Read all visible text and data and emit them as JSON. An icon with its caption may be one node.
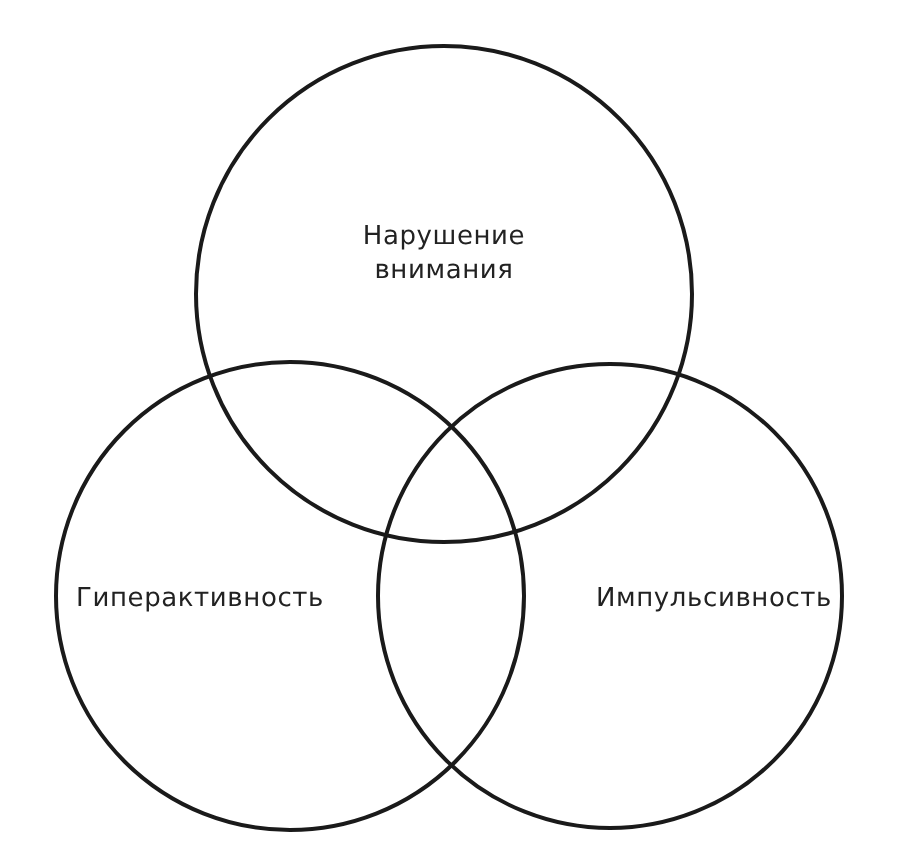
{
  "diagram": {
    "nodes": [
      {
        "text": [
          "Нарушение внимания"
        ]
      },
      {
        "text": [
          "Гиперактивность"
        ]
      },
      {
        "text": [
          "Импульсивность"
        ]
      }
    ]
  }
}
